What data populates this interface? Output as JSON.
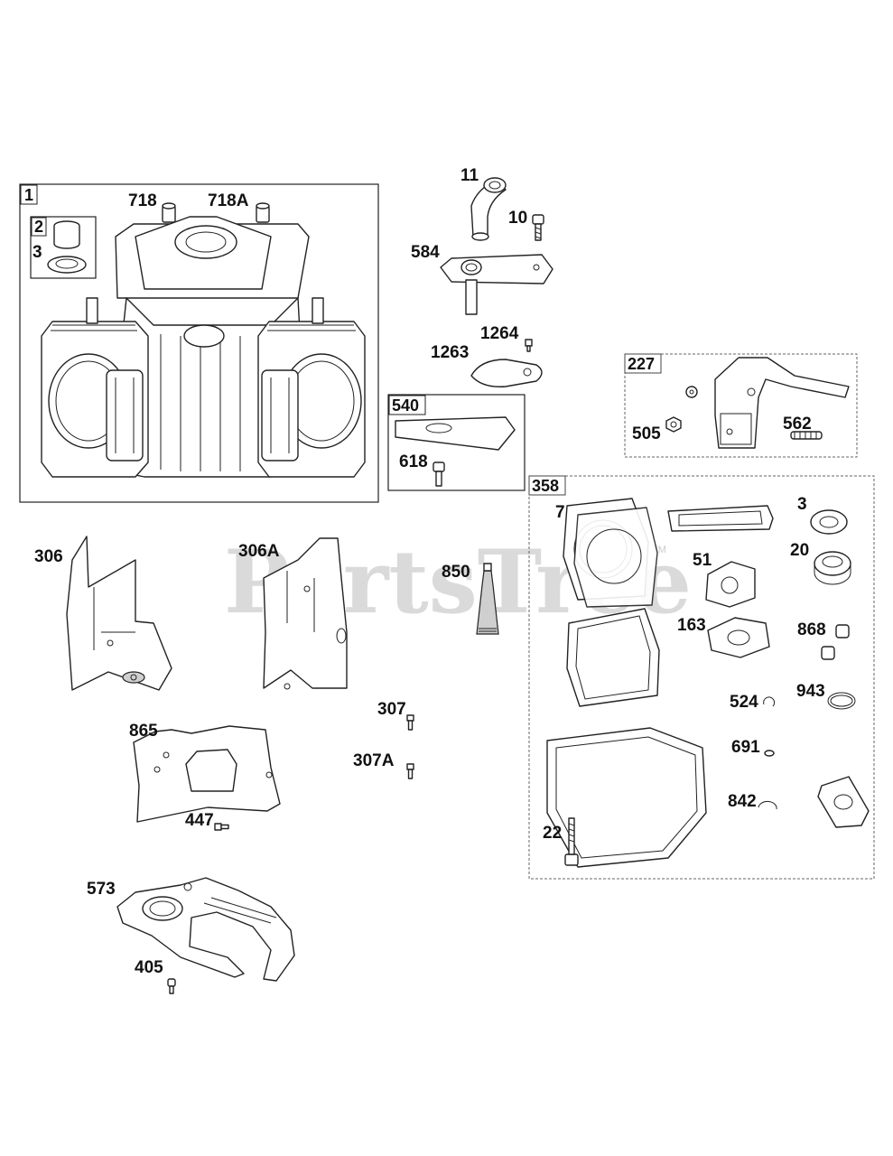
{
  "watermark": {
    "text": "PartsTree",
    "tm": "TM"
  },
  "boxes": {
    "b1": "1",
    "b2": "2",
    "b540": "540",
    "b227": "227",
    "b358": "358"
  },
  "labels": {
    "p718": "718",
    "p718A": "718A",
    "p3a": "3",
    "p11": "11",
    "p10": "10",
    "p584": "584",
    "p1264": "1264",
    "p1263": "1263",
    "p618": "618",
    "p505": "505",
    "p562": "562",
    "p7": "7",
    "p3b": "3",
    "p20": "20",
    "p51": "51",
    "p163": "163",
    "p868": "868",
    "p524": "524",
    "p943": "943",
    "p691": "691",
    "p842": "842",
    "p22": "22",
    "p306": "306",
    "p306A": "306A",
    "p850": "850",
    "p307": "307",
    "p307A": "307A",
    "p865": "865",
    "p447": "447",
    "p573": "573",
    "p405": "405"
  }
}
